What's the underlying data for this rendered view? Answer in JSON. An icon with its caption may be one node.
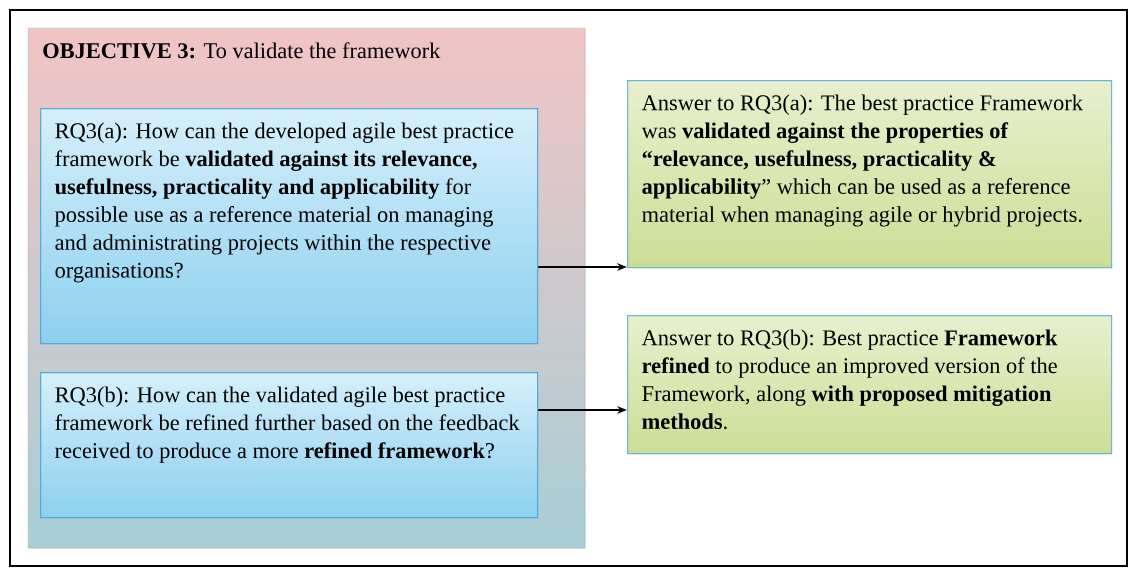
{
  "diagram": {
    "nodes": [
      {
        "text": [
          "**OBJECTIVE 3:** To validate the framework"
        ]
      },
      {
        "text": [
          "RQ3(a): How can the developed agile best practice framework be **validated against its relevance, usefulness, practicality and applicability** for possible use as a reference material on managing and administrating projects within the respective organisations?"
        ],
        "in": 0
      },
      {
        "text": [
          "RQ3(b): How can the validated agile best practice framework be refined further based on the feedback received to produce a more **refined framework**?"
        ],
        "in": 0
      },
      {
        "text": [
          "Answer to RQ3(a): The best practice Framework was **validated against the properties of “relevance, usefulness, practicality & applicability**” which can be used as a reference material when managing agile or hybrid projects."
        ]
      },
      {
        "text": [
          "Answer to RQ3(b): Best practice **Framework refined** to produce an improved version of the Framework, along **with proposed mitigation methods**."
        ]
      }
    ],
    "edges": [
      {
        "from": 1,
        "to": 3,
        "arrow": "to"
      },
      {
        "from": 2,
        "to": 4,
        "arrow": "to"
      }
    ]
  }
}
